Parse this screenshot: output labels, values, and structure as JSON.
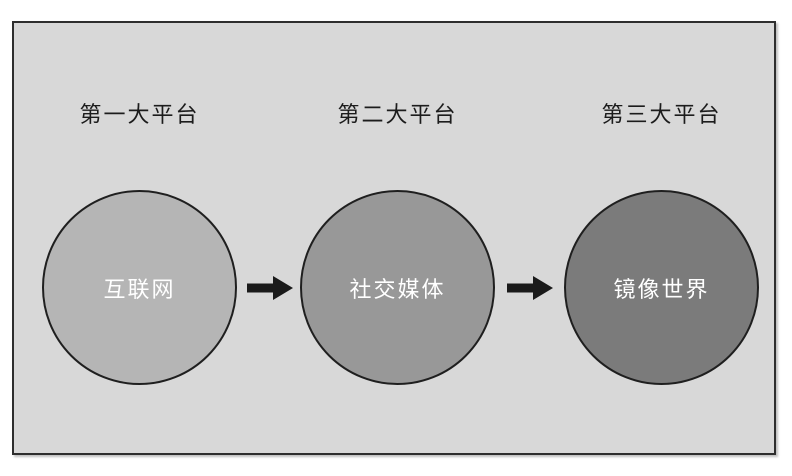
{
  "diagram": {
    "background": "#d8d8d8",
    "frame_border": "#2e2e2e",
    "arrow_color": "#1a1a1a",
    "stages": [
      {
        "label": "第一大平台",
        "name": "互联网",
        "fill": "#b5b5b5"
      },
      {
        "label": "第二大平台",
        "name": "社交媒体",
        "fill": "#989898"
      },
      {
        "label": "第三大平台",
        "name": "镜像世界",
        "fill": "#7b7b7b"
      }
    ]
  }
}
